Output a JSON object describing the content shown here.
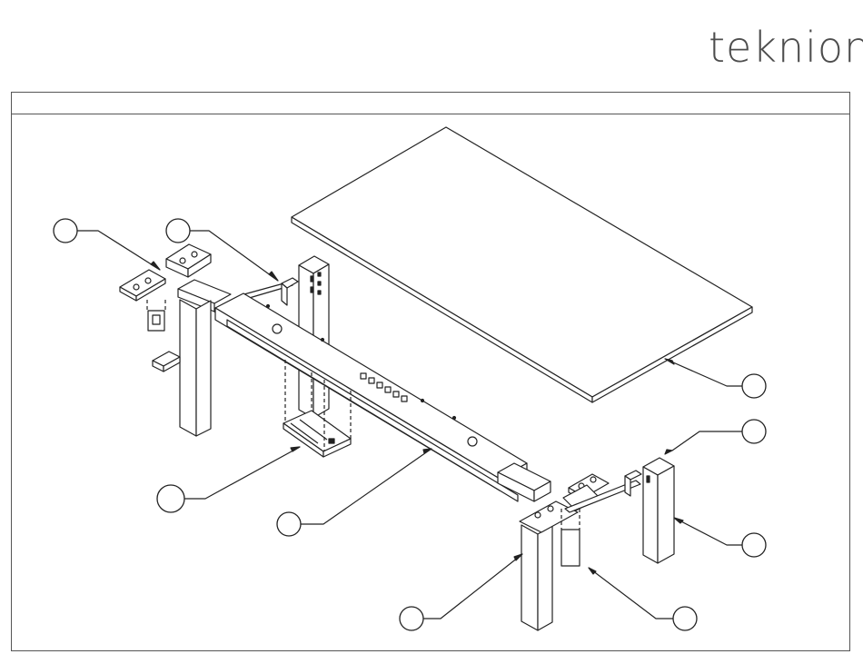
{
  "brand": {
    "logo_text": "teknion"
  },
  "colors": {
    "line": "#222222",
    "frame": "#555555",
    "logo": "#4d4d4d"
  },
  "callouts": [
    {
      "id": "leg-foot-bracket-left"
    },
    {
      "id": "end-support-bracket-left"
    },
    {
      "id": "worksurface"
    },
    {
      "id": "end-cover"
    },
    {
      "id": "leg-cover"
    },
    {
      "id": "cable-tray"
    },
    {
      "id": "crossbeam"
    },
    {
      "id": "leg-column"
    },
    {
      "id": "controller-plate"
    }
  ]
}
